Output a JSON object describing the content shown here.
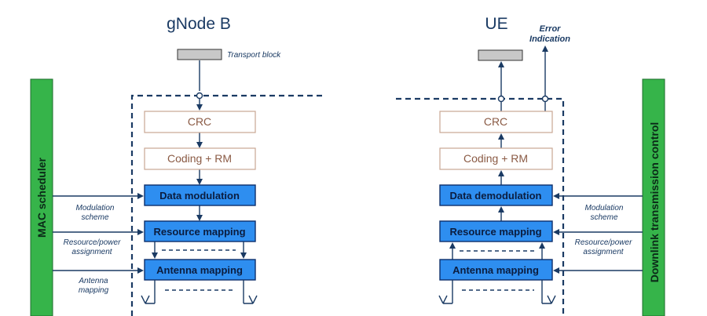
{
  "left": {
    "title": "gNode B",
    "transport_label": "Transport block",
    "side_bar": "MAC scheduler",
    "boxes": [
      "CRC",
      "Coding + RM",
      "Data modulation",
      "Resource mapping",
      "Antenna mapping"
    ],
    "annotations": [
      [
        "Modulation",
        "scheme"
      ],
      [
        "Resource/power",
        "assignment"
      ],
      [
        "Antenna",
        "mapping"
      ]
    ]
  },
  "right": {
    "title": "UE",
    "error_label": [
      "Error",
      "Indication"
    ],
    "side_bar": "Downlink transmission control",
    "boxes": [
      "CRC",
      "Coding + RM",
      "Data demodulation",
      "Resource mapping",
      "Antenna mapping"
    ],
    "annotations": [
      [
        "Modulation",
        "scheme"
      ],
      [
        "Resource/power",
        "assignment"
      ]
    ]
  },
  "colors": {
    "side_bar": "#36b44a",
    "box_blue": "#2e8ef0",
    "line": "#1a3a63"
  }
}
